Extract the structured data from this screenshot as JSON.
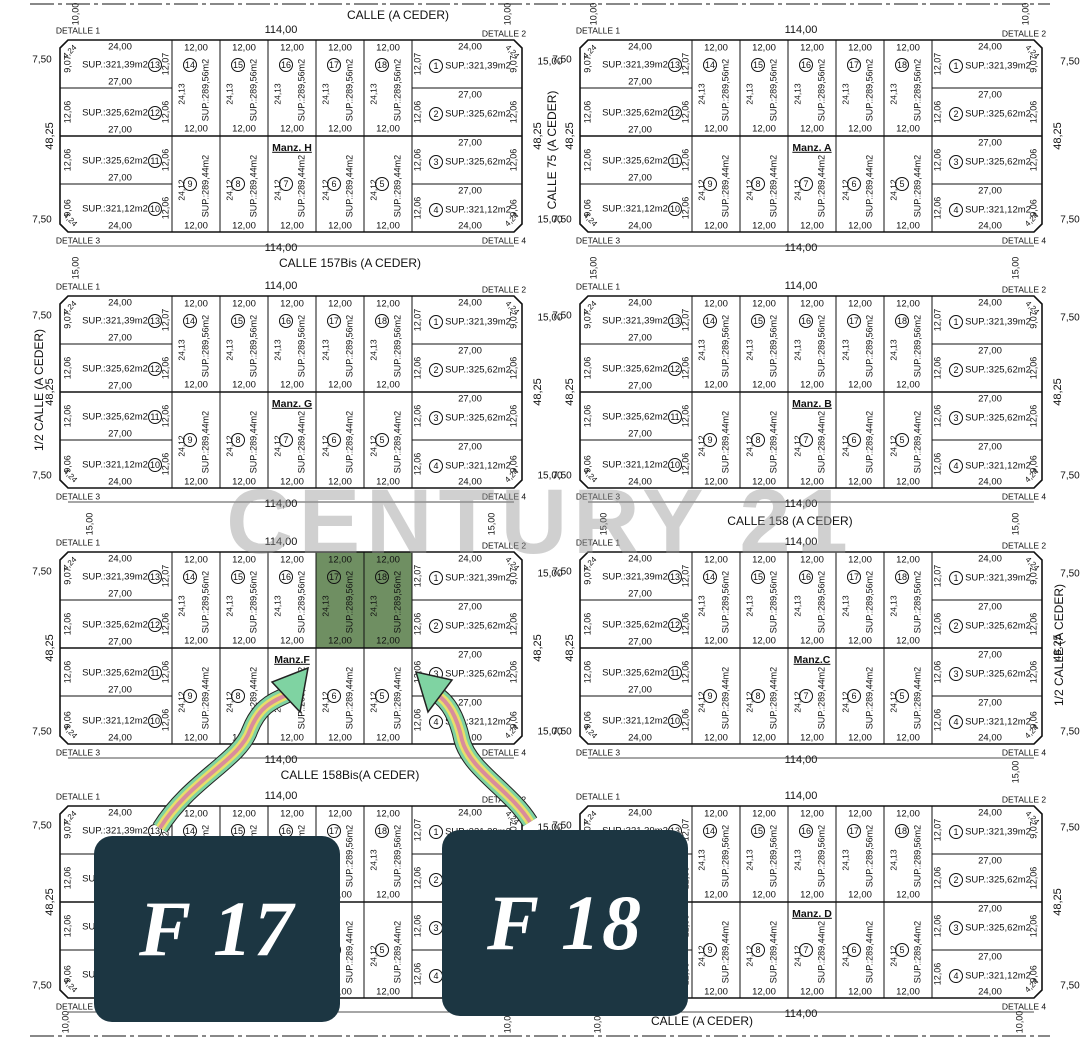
{
  "streets": {
    "top": "CALLE  (A CEDER)",
    "r1": "CALLE 157Bis (A CEDER)",
    "r2": "CALLE 158 (A CEDER)",
    "r3": "CALLE 158Bis(A CEDER)",
    "bottom": "CALLE  (A CEDER)",
    "vertical_mid": "CALLE 75 (A CEDER)",
    "left_half": "1/2 CALLE (A CEDER)",
    "right_half": "1/2 CALLE (A CEDER)"
  },
  "dims": {
    "width": "114,00",
    "depth": "48,25",
    "corner_top": "7,50",
    "side_15": "15,00",
    "corner_10": "10,00",
    "c24": "24,00",
    "c27": "27,00",
    "c12": "12,00",
    "d2413": "24,13",
    "d2412": "24,12",
    "d1207": "12,07",
    "d1206": "12,06",
    "d907": "9,07",
    "d906": "9,06",
    "ch": "4,24"
  },
  "details": {
    "d1": "DETALLE 1",
    "d2": "DETALLE 2",
    "d3": "DETALLE 3",
    "d4": "DETALLE 4"
  },
  "areas": {
    "a1": "SUP.:321,39m2",
    "a2": "SUP.:325,62m2",
    "a3": "SUP.:325,62m2",
    "a4": "SUP.:321,12m2",
    "a10": "SUP.:321,12m2",
    "a11": "SUP.:325,62m2",
    "a12": "SUP.:325,62m2",
    "a13": "SUP.:321,39m2",
    "top": "SUP.:289,56m2",
    "bot": "SUP.:289,44m2"
  },
  "lots": [
    "1",
    "2",
    "3",
    "4",
    "5",
    "6",
    "7",
    "8",
    "9",
    "10",
    "11",
    "12",
    "13",
    "14",
    "15",
    "16",
    "17",
    "18"
  ],
  "blocks": [
    {
      "name": "Manz. H"
    },
    {
      "name": "Manz. A"
    },
    {
      "name": "Manz. G"
    },
    {
      "name": "Manz. B"
    },
    {
      "name": "Manz.F"
    },
    {
      "name": "Manz.C"
    },
    {
      "name": ""
    },
    {
      "name": "Manz. D"
    }
  ],
  "highlight": {
    "color": "#6f8f62",
    "lots": [
      "17",
      "18"
    ],
    "block": "Manz.F"
  },
  "callouts": [
    {
      "label": "F 17",
      "lot": "17"
    },
    {
      "label": "F 18",
      "lot": "18"
    }
  ],
  "watermark": "CENTURY 21",
  "colors": {
    "card": "#1c3642",
    "arrow_green": "#7fd3a2",
    "arrow_pink": "#d98c9c",
    "arrow_yellow": "#e8df68"
  }
}
